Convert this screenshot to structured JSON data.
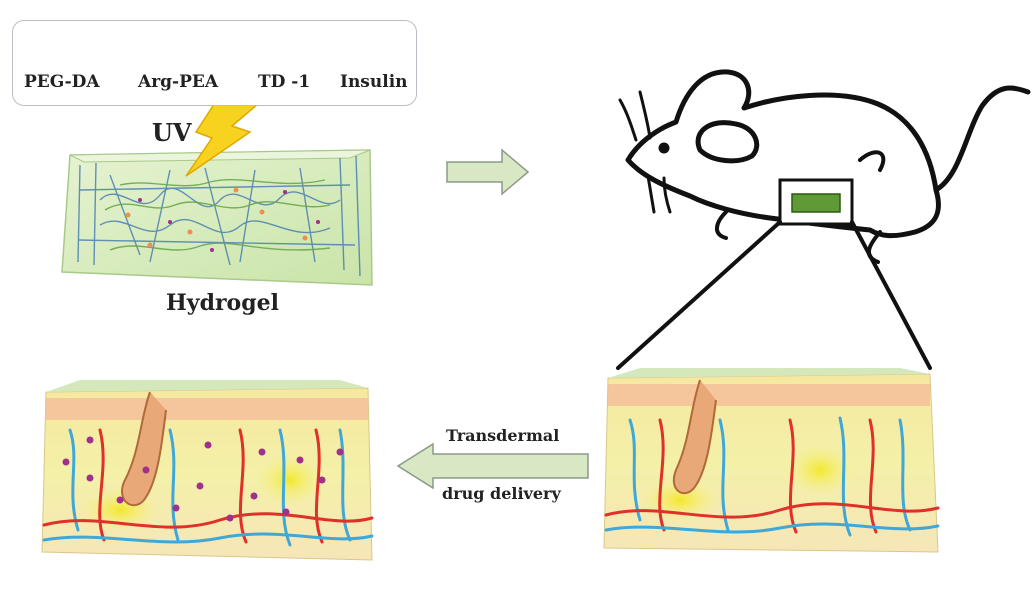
{
  "legend": {
    "items": [
      {
        "label": "PEG-DA",
        "icon": "peg-da-wave-icon",
        "color": "#8aa83a"
      },
      {
        "label": "Arg-PEA",
        "icon": "arg-pea-wave-icon",
        "color": "#6c93c9"
      },
      {
        "label": "TD -1",
        "icon": "td1-dots-icon",
        "color": "#ef8f4e"
      },
      {
        "label": "Insulin",
        "icon": "insulin-dots-icon",
        "color": "#a0308c"
      }
    ]
  },
  "uv_label": "UV",
  "hydrogel_label": "Hydrogel",
  "delivery": {
    "line1": "Transdermal",
    "line2": "drug delivery"
  },
  "colors": {
    "gel_green": "#cfe8b0",
    "arrow_fill": "#d9e8c4",
    "lightning": "#f7d21f",
    "artery": "#e0302a",
    "vein": "#3fa8d8",
    "insulin": "#a0308c",
    "patch": "#5f9a36"
  }
}
